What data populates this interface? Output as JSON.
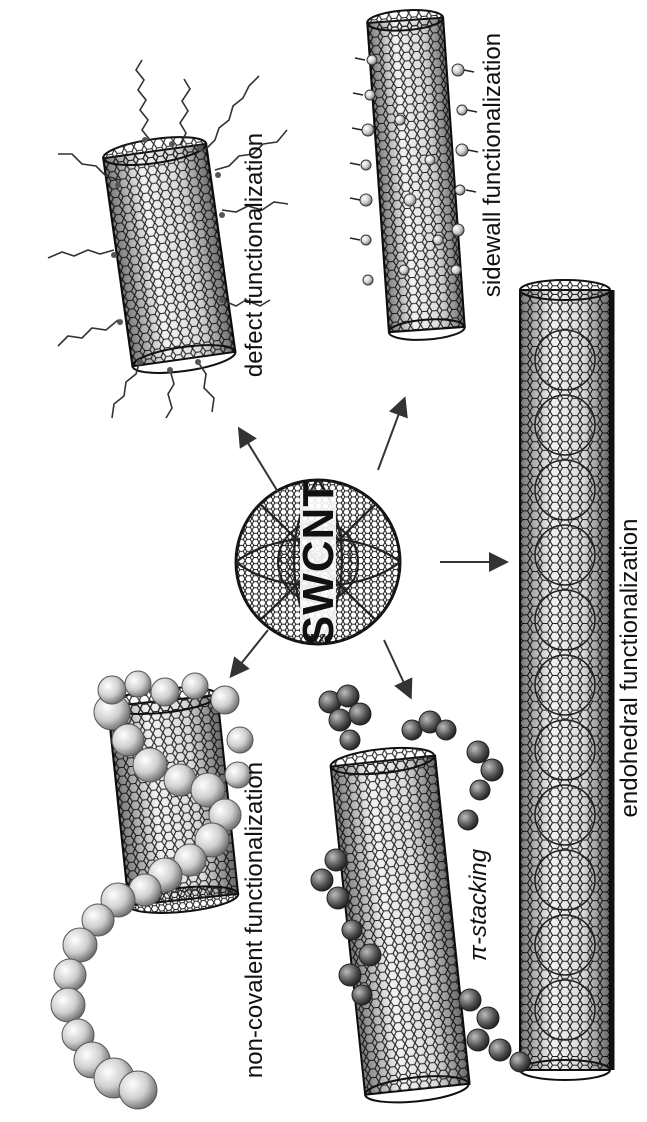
{
  "labels": {
    "center": "SWCNT",
    "defect": "defect functionalization",
    "sidewall": "sidewall functionalization",
    "endohedral": "endohedral functionalization",
    "noncovalent": "non-covalent functionalization",
    "pistacking": "π-stacking"
  },
  "colors": {
    "ink": "#111111",
    "tube": "#3a3a3a",
    "tube_light": "#9a9a9a",
    "sphere": "#d8d8d8"
  }
}
